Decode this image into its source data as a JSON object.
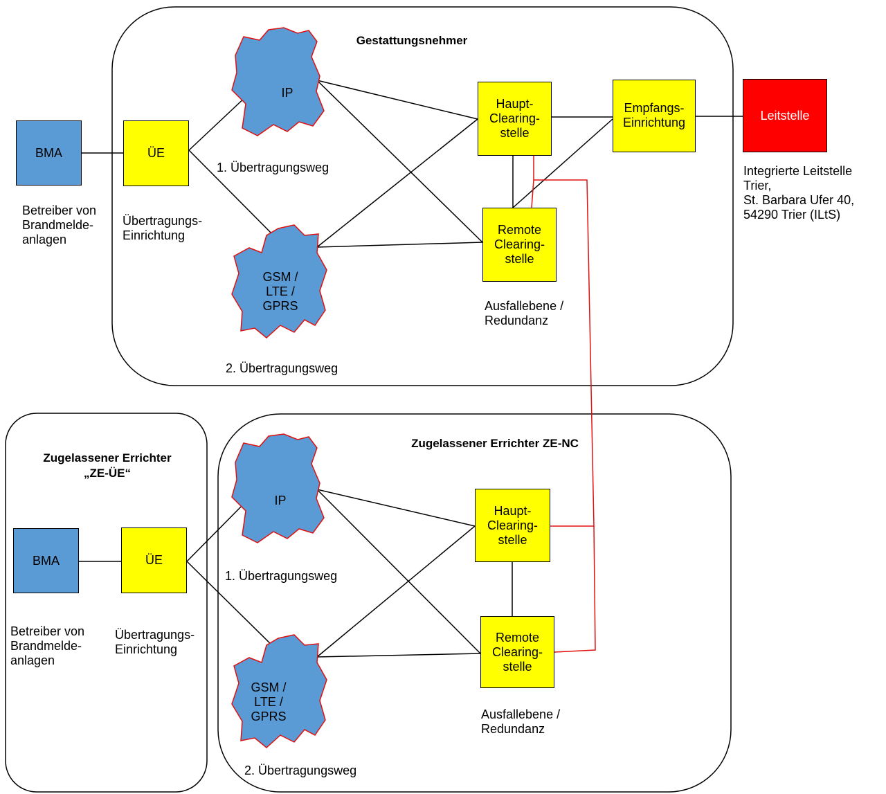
{
  "top": {
    "title": "Gestattungsnehmer",
    "bma": "BMA",
    "ue": "ÜE",
    "ip": "IP",
    "gsm": "GSM /\nLTE /\nGPRS",
    "haupt": "Haupt-\nClearing-\nstelle",
    "remote": "Remote\nClearing-\nstelle",
    "empfang": "Empfangs-\nEinrichtung",
    "leitstelle": "Leitstelle",
    "betreiber": "Betreiber von\nBrandmelde-\nanlagen",
    "uebertragungseinrichtung": "Übertragungs-\nEinrichtung",
    "weg1": "1. Übertragungsweg",
    "weg2": "2. Übertragungsweg",
    "ausfall": "Ausfallebene /\nRedundanz",
    "leitstelle_info": "Integrierte Leitstelle\nTrier,\nSt. Barbara Ufer 40,\n54290 Trier (ILtS)"
  },
  "left": {
    "title": "Zugelassener Errichter\n„ZE-ÜE“",
    "bma": "BMA",
    "ue": "ÜE",
    "betreiber": "Betreiber von\nBrandmelde-\nanlagen",
    "uebertragungseinrichtung": "Übertragungs-\nEinrichtung"
  },
  "bottom": {
    "title": "Zugelassener Errichter ZE-NC",
    "ip": "IP",
    "gsm": "GSM /\nLTE /\nGPRS",
    "haupt": "Haupt-\nClearing-\nstelle",
    "remote": "Remote\nClearing-\nstelle",
    "weg1": "1. Übertragungsweg",
    "weg2": "2. Übertragungsweg",
    "ausfall": "Ausfallebene /\nRedundanz"
  },
  "colors": {
    "yellow": "#ffff00",
    "blue": "#5b9bd5",
    "red": "#ff0000",
    "redline": "#e01010"
  }
}
